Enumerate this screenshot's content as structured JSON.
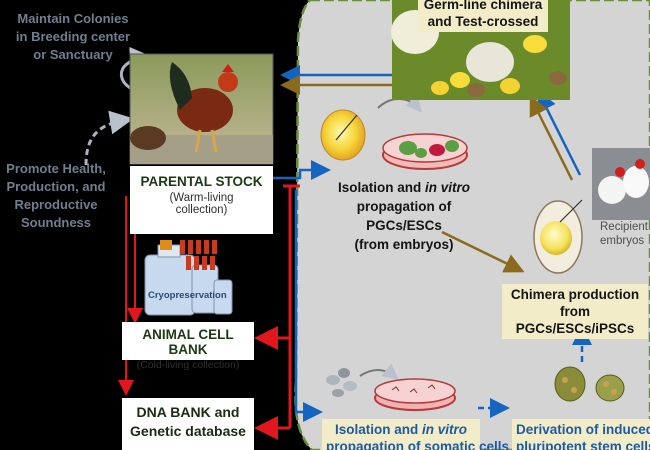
{
  "left": {
    "maintain_line1": "Maintain Colonies",
    "maintain_line2": "in Breeding center",
    "maintain_line3": "or Sanctuary",
    "promote_line1": "Promote Health,",
    "promote_line2": "Production, and",
    "promote_line3": "Reproductive",
    "promote_line4": "Soundness",
    "parental_title": "PARENTAL STOCK",
    "parental_sub1": "(Warm-living",
    "parental_sub2": "collection)",
    "cryo_label": "Cryopreservation",
    "cellbank_title": "ANIMAL CELL BANK",
    "cellbank_sub": "(Cold-living collection)",
    "dnabank_line1": "DNA BANK and",
    "dnabank_line2": "Genetic database"
  },
  "right": {
    "germline_line1": "Germ-line chimera",
    "germline_line2": "and Test-crossed",
    "isolation_line1_pre": "Isolation and ",
    "isolation_line1_it": "in vitro",
    "isolation_line2": "propagation of",
    "isolation_line3": "PGCs/ESCs",
    "isolation_line4": "(from embryos)",
    "recipient_line1": "Recipient",
    "recipient_line2": "embryos",
    "chimera_line1": "Chimera production",
    "chimera_line2": "from PGCs/ESCs/iPSCs",
    "somatic_line1_pre": "Isolation and ",
    "somatic_line1_it": "in vitro",
    "somatic_line2": "propagation of somatic cells",
    "induced_line1": "Derivation of induced",
    "induced_line2": "pluripotent stem cells"
  },
  "colors": {
    "panel": "#d4d4d4",
    "panel_border": "#6a8f3a",
    "red_arrow": "#e0181e",
    "blue_arrow": "#1565c0",
    "brown_arrow": "#8a6a1c",
    "dashed_gray": "#aab4c0",
    "caption_bg": "#f3ecc9"
  }
}
